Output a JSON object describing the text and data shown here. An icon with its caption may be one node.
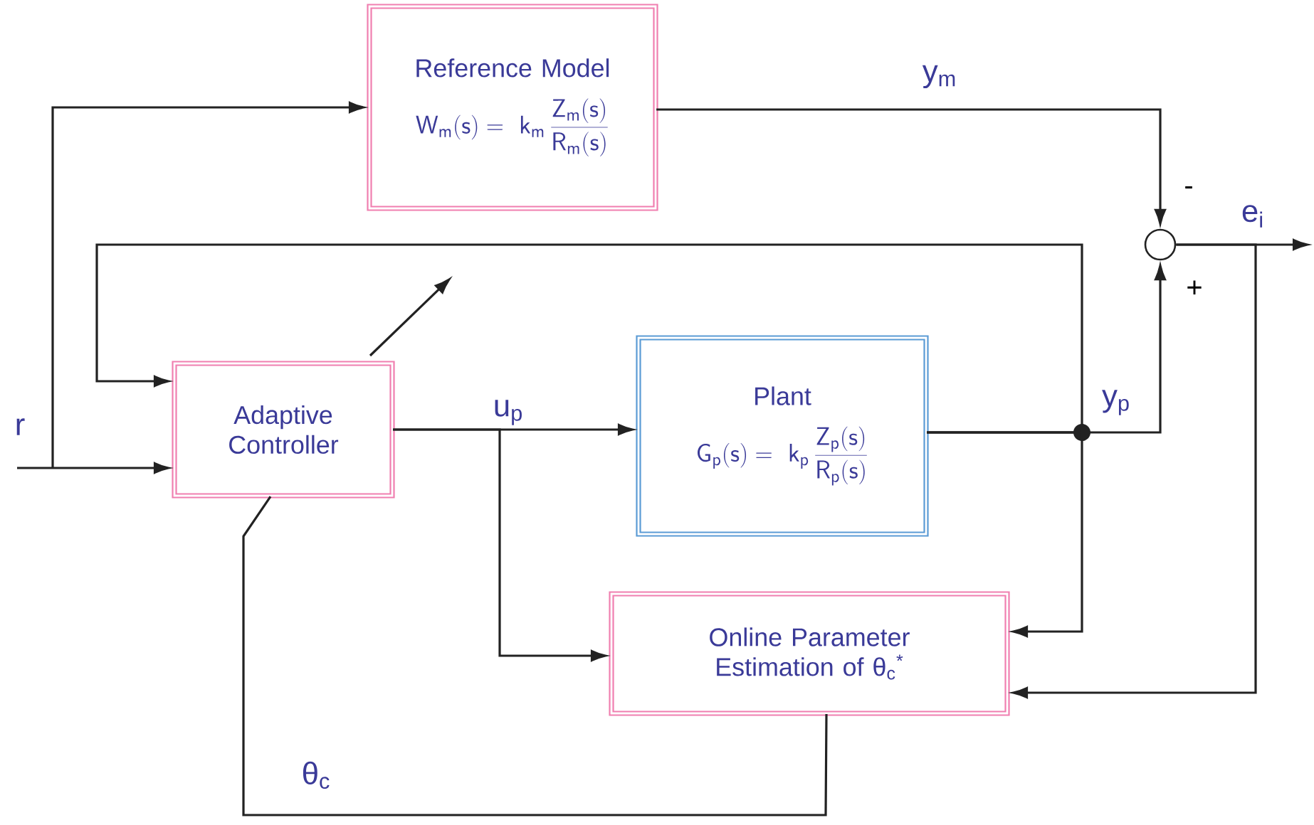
{
  "diagram": {
    "nodes": [
      {
        "text": [
          "Reference Model",
          "\\mathsf{W_{m}(s)=\\ k_{m}\\,\\frac{Z_{m}(s)}{R_{m}(s)}}"
        ]
      },
      {
        "text": [
          "Adaptive Controller"
        ]
      },
      {
        "text": [
          "Plant",
          "\\mathsf{G_{p}(s)=\\ k_{p}\\,\\frac{Z_{p}(s)}{R_{p}(s)}}"
        ]
      },
      {
        "text": [
          "Online Parameter Estimation of θ$_{c}$$^{*}$"
        ]
      },
      {
        "text": [],
        "shape": "circle",
        "beside": [
          "-",
          "+"
        ]
      }
    ],
    "edges": [
      {
        "from": null,
        "to": 1,
        "arrow": "to",
        "label": "r"
      },
      {
        "from": null,
        "to": 0,
        "arrow": "to"
      },
      {
        "from": 1,
        "to": 2,
        "arrow": "to",
        "label": "u$_{p}$"
      },
      {
        "from": 1,
        "to": 3,
        "arrow": "to"
      },
      {
        "from": 0,
        "to": 4,
        "arrow": "to",
        "label": "y$_{m}$"
      },
      {
        "from": 2,
        "to": 4,
        "arrow": "to",
        "label": "y$_{p}$"
      },
      {
        "from": 2,
        "to": 1,
        "arrow": "to"
      },
      {
        "from": 2,
        "to": 3,
        "arrow": "to"
      },
      {
        "from": 4,
        "to": null,
        "arrow": "to",
        "label": "e$_{i}$"
      },
      {
        "from": 4,
        "to": 3,
        "arrow": "to"
      },
      {
        "from": 3,
        "to": 1,
        "arrow": "none",
        "label": "θ$_{c}$"
      }
    ]
  }
}
